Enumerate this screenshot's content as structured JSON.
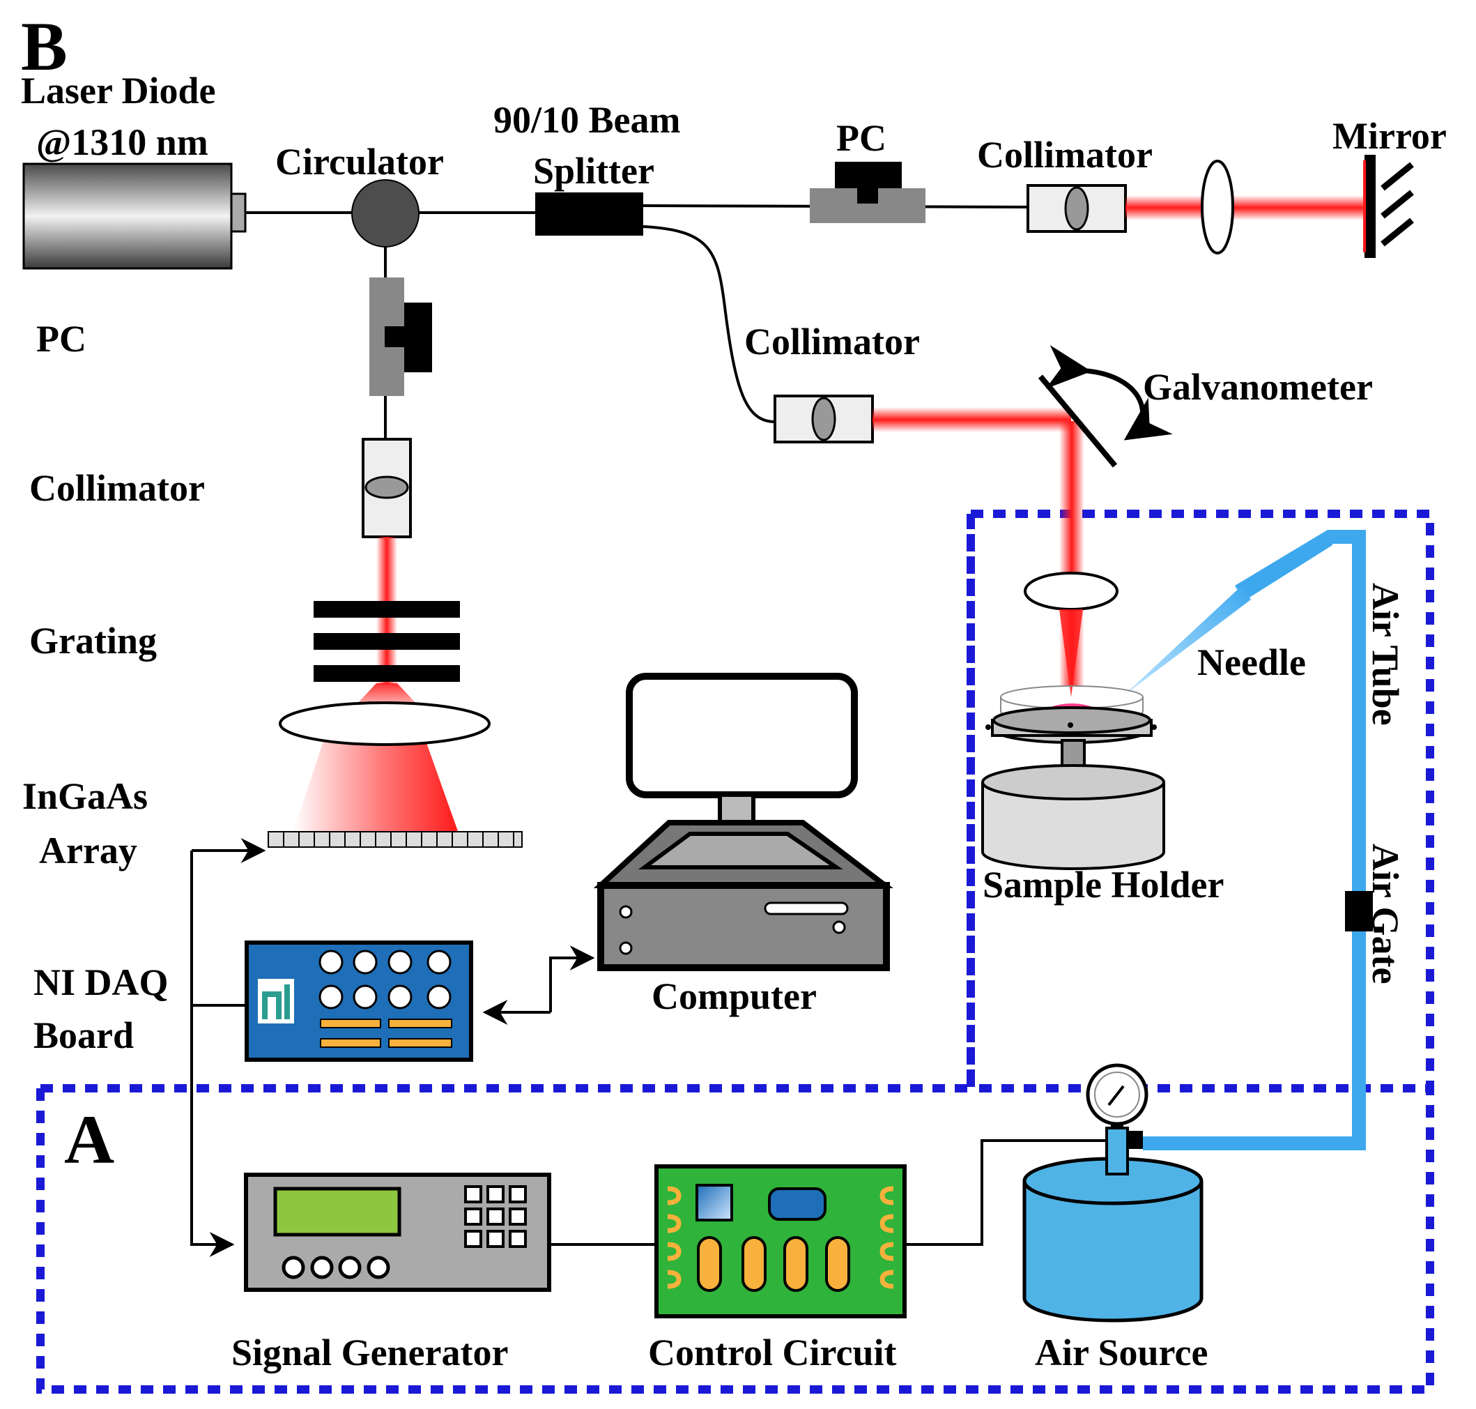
{
  "panel_labels": {
    "b": "B",
    "a": "A"
  },
  "labels": {
    "laser_line1": "Laser Diode",
    "laser_line2": "@1310 nm",
    "circulator": "Circulator",
    "splitter_line1": "90/10 Beam",
    "splitter_line2": "Splitter",
    "pc_top": "PC",
    "collimator_ref": "Collimator",
    "mirror": "Mirror",
    "pc_left": "PC",
    "collimator_sample": "Collimator",
    "galvanometer": "Galvanometer",
    "collimator_spec": "Collimator",
    "grating": "Grating",
    "ingaas_line1": "InGaAs",
    "ingaas_line2": "Array",
    "needle": "Needle",
    "air_tube": "Air Tube",
    "air_gate": "Air Gate",
    "sample_holder": "Sample Holder",
    "daq_line1": "NI DAQ",
    "daq_line2": "Board",
    "computer": "Computer",
    "signal_generator": "Signal Generator",
    "control_circuit": "Control Circuit",
    "air_source": "Air Source"
  },
  "colors": {
    "beam": "#ff1a1a",
    "air_tube": "#3da8ee",
    "dashed_frame": "#1a1ad6",
    "daq_board": "#1f6fb8",
    "circuit_board": "#2fb33a",
    "lcd": "#8dc63f",
    "chip": "#f7b13c",
    "sample": "#ff3d8b",
    "air_tank": "#4fb3e6"
  },
  "icons": [
    "ni-logo-icon",
    "pressure-gauge-icon",
    "rotation-arrow-icon"
  ]
}
